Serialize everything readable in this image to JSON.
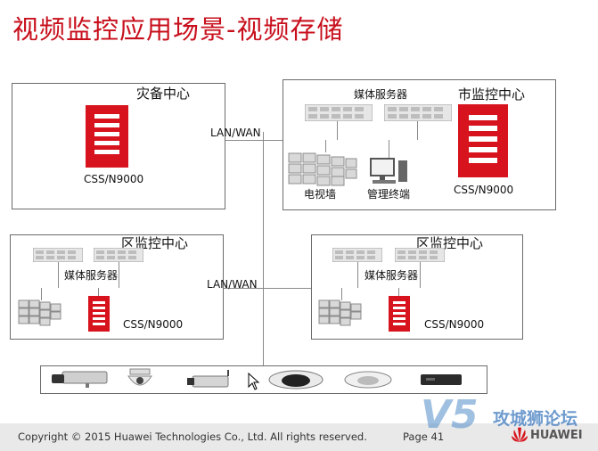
{
  "title": "视频监控应用场景-视频存储",
  "nodes": {
    "disaster_center": "灾备中心",
    "city_center": "市监控中心",
    "district_left": "区监控中心",
    "district_right": "区监控中心"
  },
  "labels": {
    "lan_wan_top": "LAN/WAN",
    "lan_wan_bottom": "LAN/WAN",
    "media_server": "媒体服务器",
    "css_n9000": "CSS/N9000",
    "tv_wall": "电视墙",
    "terminal": "管理终端"
  },
  "footer": {
    "copyright": "Copyright © 2015 Huawei Technologies Co., Ltd. All rights reserved.",
    "page": "Page 41",
    "brand": "HUAWEI"
  },
  "watermark": {
    "logo": "V5",
    "text": "攻城狮论坛"
  },
  "colors": {
    "title_red": "#c8101d",
    "server_red": "#d7131d",
    "line_gray": "#8a8a8a",
    "footer_bg": "#e9e9e9"
  },
  "icons": [
    "storage-server-icon",
    "media-server-icon",
    "tv-wall-icon",
    "pc-terminal-icon",
    "box-camera-icon",
    "dome-camera-icon",
    "wifi-camera-icon",
    "fisheye-camera-icon",
    "ceiling-dome-icon",
    "encoder-icon",
    "mouse-cursor-icon",
    "huawei-logo-icon"
  ]
}
